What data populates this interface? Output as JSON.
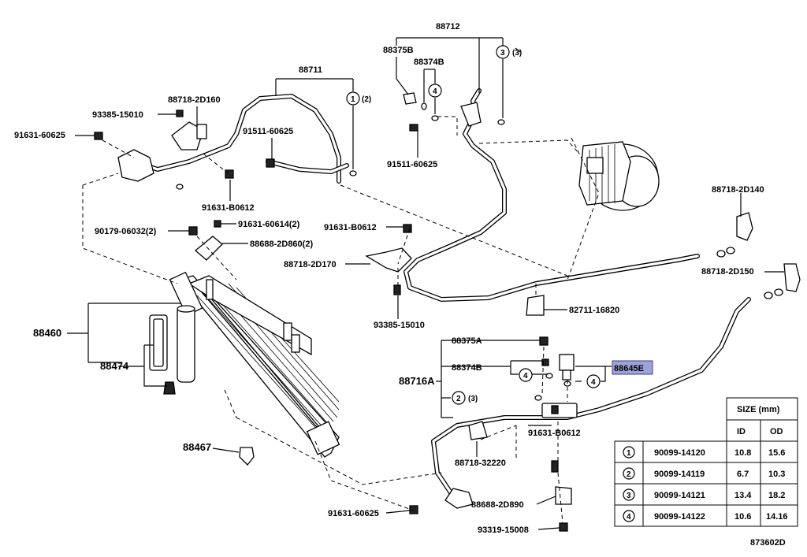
{
  "diagram_code": "873602D",
  "labels": {
    "p88712": "88712",
    "p88375B": "88375B",
    "p88374B": "88374B",
    "p88711": "88711",
    "p88718_2D160": "88718-2D160",
    "p93385_15010_a": "93385-15010",
    "p91631_60625_a": "91631-60625",
    "p91511_60625_a": "91511-60625",
    "p91511_60625_b": "91511-60625",
    "p91631_B0612_a": "91631-B0612",
    "p90179_06032": "90179-06032(2)",
    "p91631_60614": "91631-60614(2)",
    "p88688_2D860": "88688-2D860(2)",
    "p91631_B0612_b": "91631-B0612",
    "p88718_2D170": "88718-2D170",
    "p93385_15010_b": "93385-15010",
    "p88718_2D140": "88718-2D140",
    "p88718_2D150": "88718-2D150",
    "p82711_16820": "82711-16820",
    "p88460": "88460",
    "p88474": "88474",
    "p88375A": "88375A",
    "p88374B_2": "88374B",
    "p88716A": "88716A",
    "p88645E": "88645E",
    "p91631_B0612_c": "91631-B0612",
    "p88467": "88467",
    "p88718_32220": "88718-32220",
    "p88688_2D890": "88688-2D890",
    "p91631_60625_b": "91631-60625",
    "p93319_15008": "93319-15008",
    "ref_2_suffix": "(2)",
    "ref_3_suffix": "(3)",
    "ref_3b_suffix": "(3)",
    "c1": "1",
    "c3": "3",
    "c4a": "4",
    "c4b": "4",
    "c4c": "4",
    "c2": "2"
  },
  "size_table": {
    "title": "SIZE (mm)",
    "col_id": "ID",
    "col_od": "OD",
    "rows": [
      {
        "ref": "1",
        "part": "90099-14120",
        "id": "10.8",
        "od": "15.6"
      },
      {
        "ref": "2",
        "part": "90099-14119",
        "id": "6.7",
        "od": "10.3"
      },
      {
        "ref": "3",
        "part": "90099-14121",
        "id": "13.4",
        "od": "18.2"
      },
      {
        "ref": "4",
        "part": "90099-14122",
        "id": "10.6",
        "od": "14.16"
      }
    ]
  },
  "highlight_color": "#9ea3d6"
}
